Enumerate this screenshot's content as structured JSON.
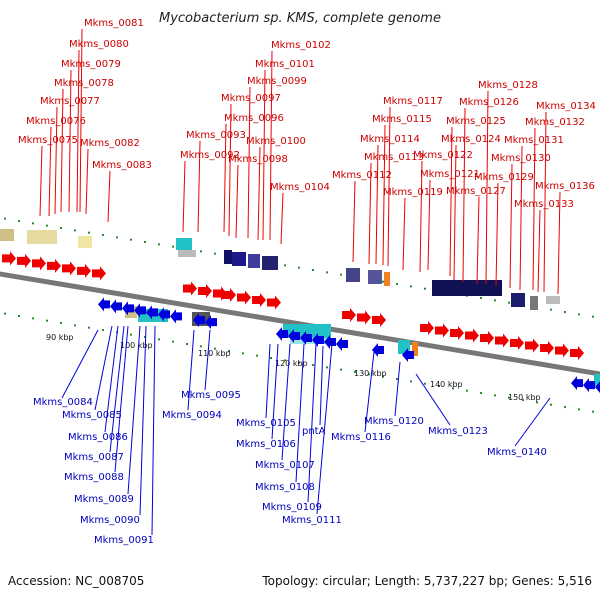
{
  "title": "Mycobacterium sp. KMS, complete genome",
  "footer": {
    "accession": "Accession: NC_008705",
    "summary": "Topology: circular; Length: 5,737,227 bp; Genes: 5,516"
  },
  "scale_ticks": [
    "90 kbp",
    "100 kbp",
    "110 kbp",
    "120 kbp",
    "130 kbp",
    "140 kbp",
    "150 kbp"
  ],
  "forward_genes": [
    "Mkms_0075",
    "Mkms_0076",
    "Mkms_0077",
    "Mkms_0078",
    "Mkms_0079",
    "Mkms_0080",
    "Mkms_0081",
    "Mkms_0082",
    "Mkms_0083",
    "Mkms_0092",
    "Mkms_0093",
    "Mkms_0096",
    "Mkms_0097",
    "Mkms_0098",
    "Mkms_0099",
    "Mkms_0100",
    "Mkms_0101",
    "Mkms_0102",
    "Mkms_0104",
    "Mkms_0112",
    "Mkms_0113",
    "Mkms_0114",
    "Mkms_0115",
    "Mkms_0117",
    "Mkms_0119",
    "Mkms_0121",
    "Mkms_0122",
    "Mkms_0124",
    "Mkms_0125",
    "Mkms_0126",
    "Mkms_0127",
    "Mkms_0128",
    "Mkms_0129",
    "Mkms_0130",
    "Mkms_0131",
    "Mkms_0132",
    "Mkms_0133",
    "Mkms_0134",
    "Mkms_0136"
  ],
  "reverse_genes": [
    "Mkms_0084",
    "Mkms_0085",
    "Mkms_0086",
    "Mkms_0087",
    "Mkms_0088",
    "Mkms_0089",
    "Mkms_0090",
    "Mkms_0091",
    "Mkms_0094",
    "Mkms_0095",
    "Mkms_0105",
    "Mkms_0106",
    "Mkms_0107",
    "Mkms_0108",
    "Mkms_0109",
    "Mkms_0111",
    "pntA",
    "Mkms_0116",
    "Mkms_0120",
    "Mkms_0123",
    "Mkms_0140"
  ],
  "colors": {
    "forward": "#ee0000",
    "reverse": "#0000dd",
    "backbone": "#888888",
    "dots": "#228822"
  }
}
